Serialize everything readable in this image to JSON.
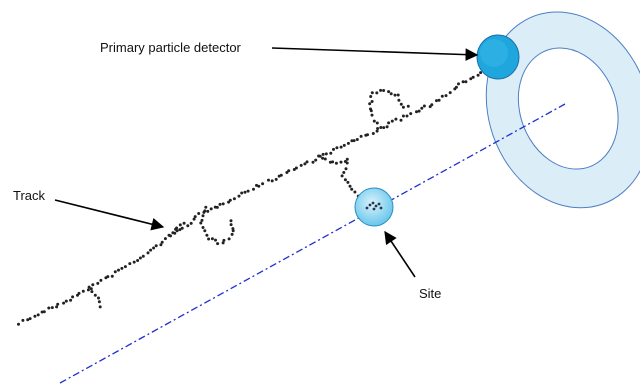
{
  "labels": {
    "detector": "Primary particle detector",
    "track": "Track",
    "site": "Site"
  },
  "colors": {
    "ring_fill": "#dbeef8",
    "ring_stroke": "#4f7fc3",
    "detector_fill": "#1ea6dd",
    "site_fill": "#8fd4f0",
    "axis_line": "#1f2fd0",
    "track_dots": "#222222",
    "arrows": "#000000"
  }
}
